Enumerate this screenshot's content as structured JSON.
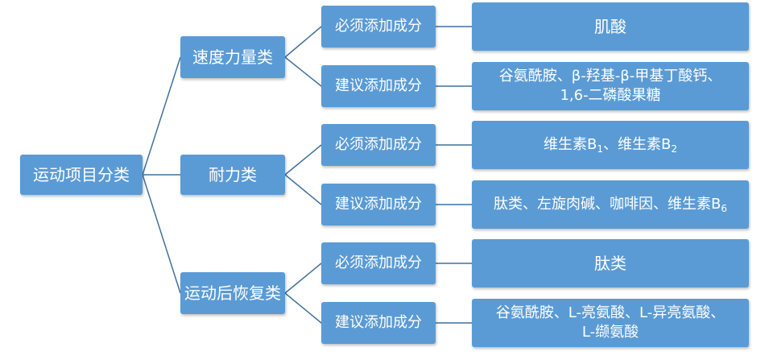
{
  "root": "运动项目分类",
  "categories": [
    {
      "label": "速度力量类",
      "required_label": "必须添加成分",
      "required_value": "肌酸",
      "suggested_label": "建议添加成分",
      "suggested_line1": "谷氨酰胺、β-羟基-β-甲基丁酸钙、",
      "suggested_line2": "1,6-二磷酸果糖"
    },
    {
      "label": "耐力类",
      "required_label": "必须添加成分",
      "required_text1": "维生素B",
      "required_sub1": "1",
      "required_text2": "、维生素B",
      "required_sub2": "2",
      "suggested_label": "建议添加成分",
      "suggested_text": "肽类、左旋肉碱、咖啡因、维生素B",
      "suggested_sub": "6"
    },
    {
      "label": "运动后恢复类",
      "required_label": "必须添加成分",
      "required_value": "肽类",
      "suggested_label": "建议添加成分",
      "suggested_line1": "谷氨酰胺、L-亮氨酸、L-异亮氨酸、",
      "suggested_line2": "L-缬氨酸"
    }
  ],
  "colors": {
    "node_fill": "#5b9bd5",
    "connector": "#41719c"
  }
}
